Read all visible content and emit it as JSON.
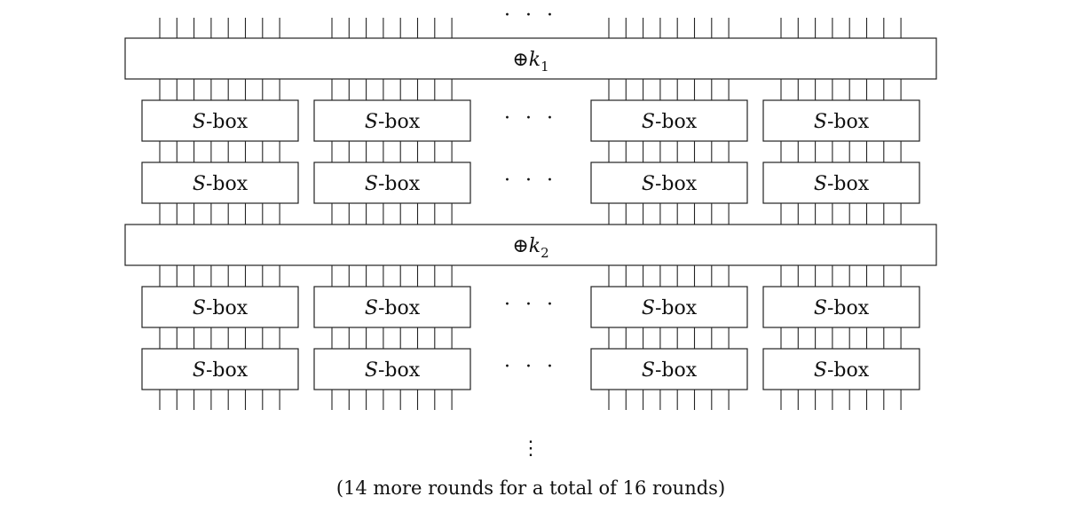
{
  "key_mix_1": {
    "symbol": "⊕",
    "var": "k",
    "sub": "1"
  },
  "key_mix_2": {
    "symbol": "⊕",
    "var": "k",
    "sub": "2"
  },
  "sbox": {
    "var": "S",
    "text": "-box"
  },
  "ellipsis": "· · ·",
  "vdots": "⋮",
  "caption": "(14 more rounds for a total of 16 rounds)",
  "diagram": {
    "sbox_columns": 4,
    "sbox_rows": 4,
    "key_mix_rounds": 2,
    "wires_per_sbox": 8
  }
}
